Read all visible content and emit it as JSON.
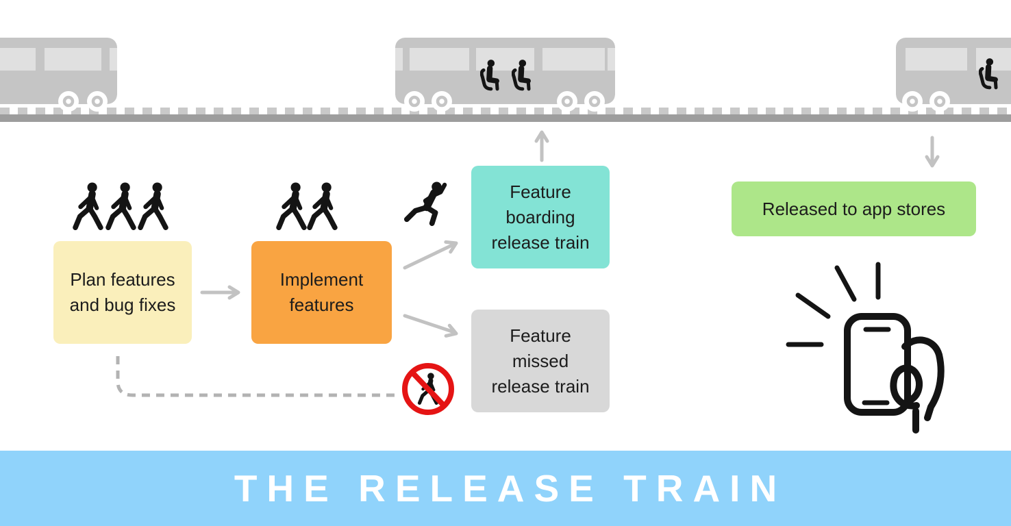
{
  "diagram": {
    "banner": {
      "title": "THE RELEASE TRAIN",
      "bg_color": "#90D3FB",
      "text_color": "#FFFFFF"
    },
    "boxes": {
      "plan": {
        "label": "Plan features and bug fixes",
        "lines": [
          "Plan features",
          "and bug fixes"
        ],
        "color": "#FAEFBB"
      },
      "implement": {
        "label": "Implement features",
        "lines": [
          "Implement",
          "features"
        ],
        "color": "#F9A442"
      },
      "boarding": {
        "label": "Feature boarding release train",
        "lines": [
          "Feature",
          "boarding",
          "release train"
        ],
        "color": "#83E3D5"
      },
      "missed": {
        "label": "Feature missed release train",
        "lines": [
          "Feature",
          "missed",
          "release train"
        ],
        "color": "#D8D8D8"
      },
      "released": {
        "label": "Released to app stores",
        "lines": [
          "Released to app stores"
        ],
        "color": "#ADE689"
      }
    },
    "icons": {
      "trains": [
        "train-left",
        "train-center",
        "train-right"
      ],
      "track": "railway-track",
      "planner_walkers": 3,
      "developer_walkers": 2,
      "runner": "running-person-icon",
      "no_pedestrians": "no-pedestrians-sign",
      "passengers_center_train": 2,
      "passengers_right_train": 1,
      "phone": "hand-holding-phone-icon",
      "arrows": [
        "arrow-right",
        "arrow-diagonal-up",
        "arrow-diagonal-down",
        "arrow-up-to-train",
        "arrow-down-from-train"
      ],
      "dashed_path": "missed-feature-loop-path"
    },
    "colors": {
      "track_bed": "#9D9D9D",
      "track_ties": "#C9C9C9",
      "train_body": "#C5C5C5",
      "train_window": "#E0E0E0",
      "arrow": "#C2C2C2",
      "dashed_path": "#B3B3B3",
      "prohibition_red": "#E51414",
      "figure_black": "#141414",
      "box_text": "#1C1C1C"
    }
  }
}
